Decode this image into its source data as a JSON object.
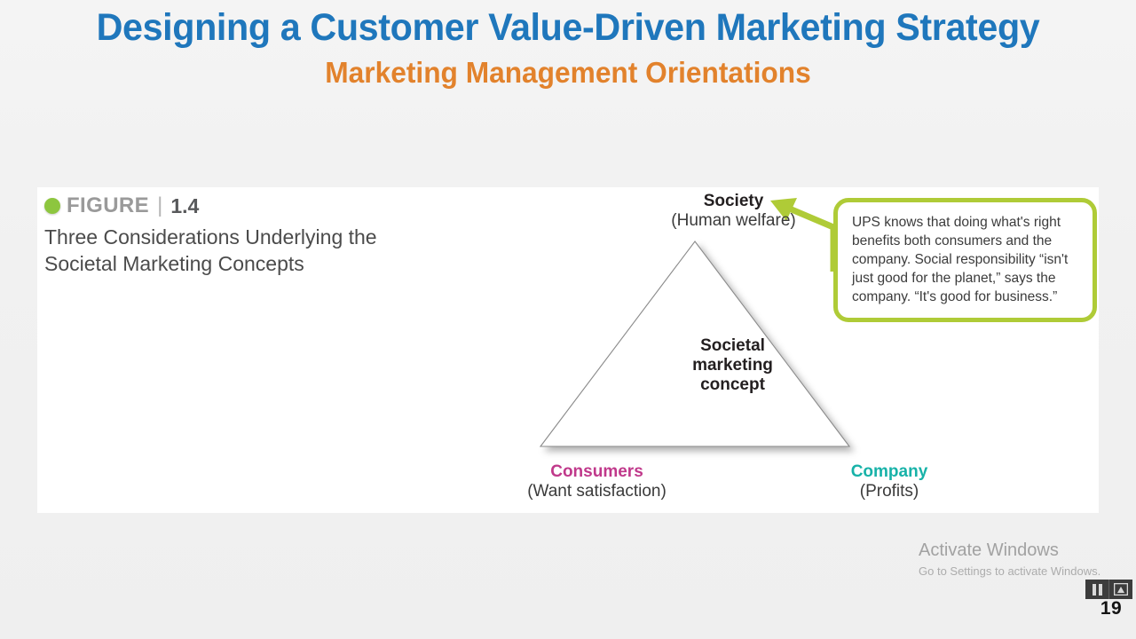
{
  "slide": {
    "title": "Designing a Customer Value-Driven Marketing Strategy",
    "subtitle": "Marketing Management Orientations",
    "number": "19",
    "title_color": "#1f77bc",
    "subtitle_color": "#e2822c",
    "background_color": "#f1f1f1"
  },
  "figure": {
    "bullet_icon": "green-circle-bullet",
    "label": "FIGURE",
    "separator": "|",
    "number": "1.4",
    "description": "Three Considerations Underlying the Societal Marketing Concepts",
    "panel_background": "#ffffff"
  },
  "diagram": {
    "center_line1": "Societal",
    "center_line2": "marketing",
    "center_line3": "concept",
    "triangle_stroke": "#8a8a8a",
    "triangle_fill": "#ffffff",
    "vertices": [
      {
        "id": "society",
        "title": "Society",
        "subtitle": "(Human welfare)",
        "color": "#231f20",
        "position": "top"
      },
      {
        "id": "consumers",
        "title": "Consumers",
        "subtitle": "(Want satisfaction)",
        "color": "#c0398b",
        "position": "bottom-left"
      },
      {
        "id": "company",
        "title": "Company",
        "subtitle": "(Profits)",
        "color": "#17b2a8",
        "position": "bottom-right"
      }
    ]
  },
  "callout": {
    "text": "UPS knows that doing what's right benefits both consumers and the company. Social responsibility “isn't just good for the planet,” says the company. “It's good for business.”",
    "border_color": "#afcb37",
    "arrow_color": "#afcb37",
    "arrow_target": "society"
  },
  "activation": {
    "title": "Activate Windows",
    "subtitle": "Go to Settings to activate Windows."
  },
  "playback": {
    "pause_icon": "pause-icon",
    "presentation_icon": "presentation-screen-icon",
    "bar_color": "#3c3c3c"
  }
}
